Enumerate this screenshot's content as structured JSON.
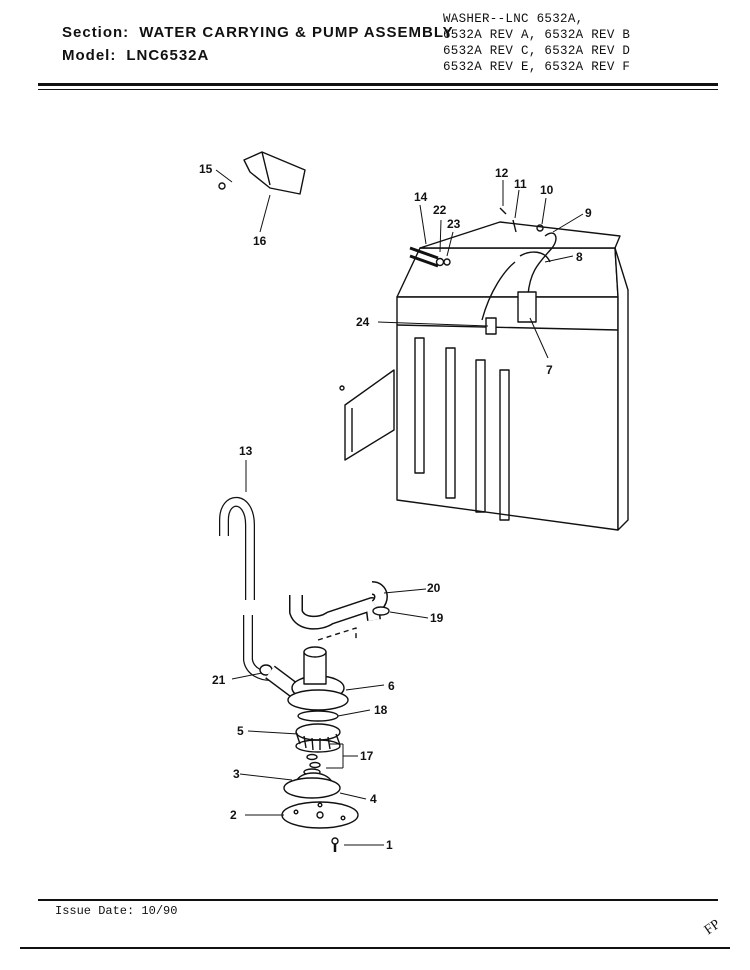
{
  "header": {
    "section_label": "Section:",
    "section_value": "Water Carrying & Pump Assembly",
    "model_label": "Model:",
    "model_value": "LNC6532A",
    "washer_lines": [
      "WASHER--LNC 6532A,",
      "6532A REV A, 6532A REV B",
      "6532A REV C, 6532A REV D",
      "6532A REV E, 6532A REV F"
    ]
  },
  "footer": {
    "issue_date": "Issue Date: 10/90",
    "initials": "FP"
  },
  "callouts": [
    "1",
    "2",
    "3",
    "4",
    "5",
    "6",
    "7",
    "8",
    "9",
    "10",
    "11",
    "12",
    "13",
    "14",
    "15",
    "16",
    "17",
    "18",
    "19",
    "20",
    "21",
    "22",
    "23",
    "24"
  ]
}
